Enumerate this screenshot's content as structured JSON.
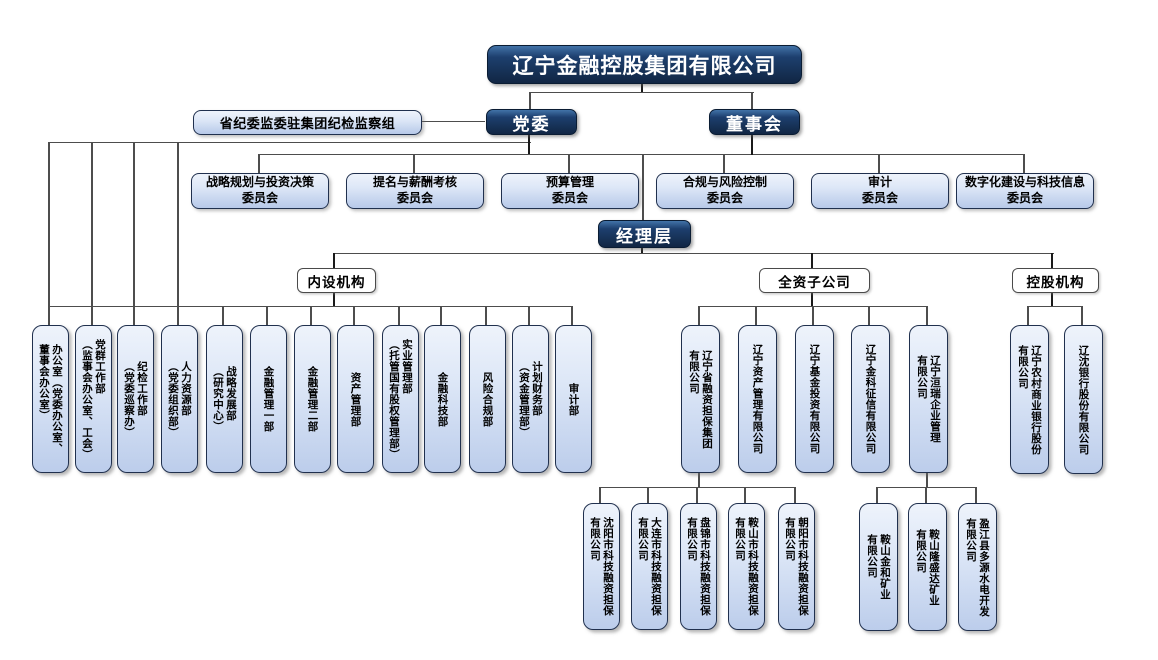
{
  "title": "辽宁金融控股集团有限公司",
  "top_nodes": {
    "party_committee": "党委",
    "board_of_directors": "董事会",
    "discipline_inspection_office": "省纪委监委驻集团纪检监察组",
    "management_layer": "经理层"
  },
  "branch_labels": {
    "internal_organs": "内设机构",
    "wholly_owned_subsidiaries": "全资子公司",
    "holding_institutions": "控股机构"
  },
  "committees": [
    "战略规划与投资决策\n委员会",
    "提名与薪酬考核\n委员会",
    "预算管理\n委员会",
    "合规与风险控制\n委员会",
    "审计\n委员会",
    "数字化建设与科技信息\n委员会"
  ],
  "internal_departments": [
    "办公室（党委办公室、\n董事会办公室）",
    "党群工作部\n（监事会办公室、工会）",
    "纪检工作部\n（党委巡察办）",
    "人力资源部\n（党委组织部）",
    "战略发展部\n（研究中心）",
    "金融管理一部",
    "金融管理二部",
    "资产管理部",
    "实业管理部\n（托管国有股权管理部）",
    "金融科技部",
    "风险合规部",
    "计划财务部\n（资金管理部）",
    "审计部"
  ],
  "wholly_owned_companies": [
    "辽宁省融资担保集团\n有限公司",
    "辽宁资产管理有限公司",
    "辽宁基金投资有限公司",
    "辽宁金科征信有限公司",
    "辽宁洹瑞企业管理\n有限公司"
  ],
  "guarantee_subsidiaries": [
    "沈阳市科技融资担保\n有限公司",
    "大连市科技融资担保\n有限公司",
    "盘锦市科技融资担保\n有限公司",
    "鞍山市科技融资担保\n有限公司",
    "朝阳市科技融资担保\n有限公司"
  ],
  "enterprise_subsidiaries": [
    "鞍山金和矿业\n有限公司",
    "鞍山隆盛达矿业\n有限公司",
    "盈江县多源水电开发\n有限公司"
  ],
  "holding_companies": [
    "辽宁农村商业银行股份\n有限公司",
    "辽沈银行股份有限公司"
  ],
  "colors": {
    "dark_navy": "#17375E",
    "light_blue_top": "#EEF3FB",
    "light_blue_bottom": "#B7C9E9",
    "connector_line": "#4D4D4D"
  }
}
